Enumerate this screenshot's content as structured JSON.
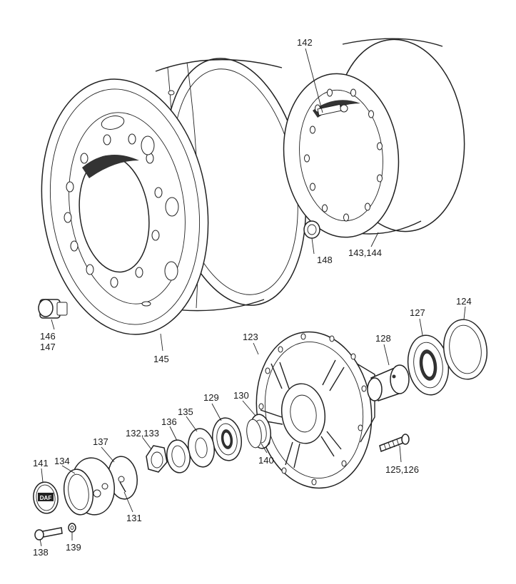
{
  "labels": {
    "l142": "142",
    "l143_144": "143,144",
    "l148": "148",
    "l145": "145",
    "l146": "146",
    "l147": "147",
    "l123": "123",
    "l124": "124",
    "l127": "127",
    "l128": "128",
    "l129": "129",
    "l130": "130",
    "l140": "140",
    "l135": "135",
    "l136": "136",
    "l132_133": "132,133",
    "l137": "137",
    "l134": "134",
    "l141": "141",
    "l131": "131",
    "l138": "138",
    "l139": "139",
    "l125_126": "125,126"
  },
  "hub_cap_text": "DAF"
}
